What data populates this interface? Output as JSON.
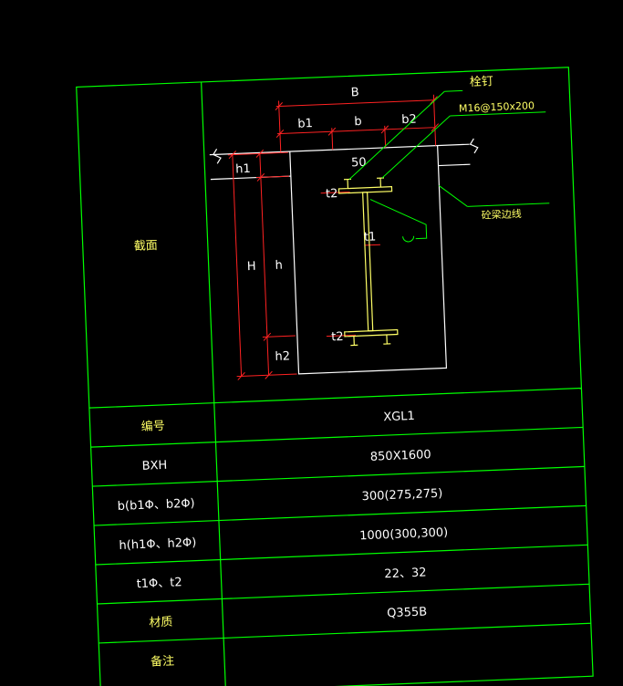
{
  "drawing": {
    "section_label": "截面",
    "dims": {
      "B": "B",
      "b1": "b1",
      "b": "b",
      "b2": "b2",
      "h1": "h1",
      "H": "H",
      "h": "h",
      "h2": "h2",
      "fifty": "50"
    },
    "callouts": {
      "stud": "栓钉",
      "stud_spec": "M16@150x200",
      "boundary": "砼梁边线"
    },
    "thickness": {
      "t1": "t1",
      "t2_top": "t2",
      "t2_bottom": "t2"
    }
  },
  "table": {
    "rows": [
      {
        "label": "编号",
        "value": "XGL1"
      },
      {
        "label": "BXH",
        "value": "850X1600"
      },
      {
        "label": "b(b1Φ、b2Φ)",
        "value": "300(275,275)"
      },
      {
        "label": "h(h1Φ、h2Φ)",
        "value": "1000(300,300)"
      },
      {
        "label": "t1Φ、t2",
        "value": "22、32"
      },
      {
        "label": "材质",
        "value": "Q355B"
      },
      {
        "label": "备注",
        "value": ""
      }
    ]
  },
  "colors": {
    "background": "#000000",
    "table_lines": "#00ff00",
    "concrete_outline": "#ffffff",
    "dimension_lines": "#ff2222",
    "steel_section": "#ffff66",
    "text": "#ffffff"
  }
}
